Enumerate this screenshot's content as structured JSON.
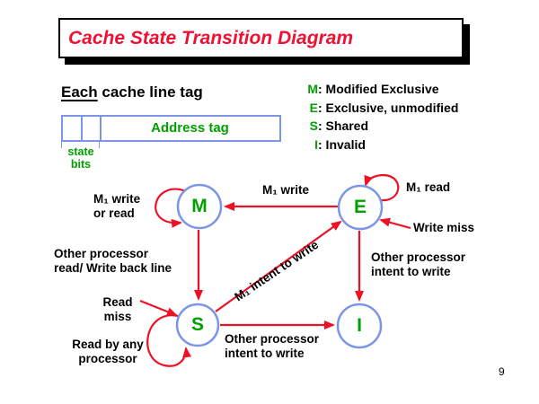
{
  "slide": {
    "title": "Cache State Transition Diagram",
    "page_number": "9"
  },
  "heading": {
    "underlined": "Each",
    "rest": " cache line tag"
  },
  "legend": {
    "items": [
      {
        "letter": "M",
        "text": ": Modified Exclusive"
      },
      {
        "letter": "E",
        "text": ": Exclusive, unmodified"
      },
      {
        "letter": "S",
        "text": ": Shared"
      },
      {
        "letter": "I",
        "text": ": Invalid"
      }
    ]
  },
  "tag_box": {
    "label": "Address tag",
    "state_bits": "state\nbits"
  },
  "nodes": {
    "m": "M",
    "e": "E",
    "s": "S",
    "i": "I"
  },
  "edges": [
    {
      "from": "M",
      "to": "M",
      "label": "M₁ write\nor read"
    },
    {
      "from": "E",
      "to": "M",
      "label": "M₁ write"
    },
    {
      "from": "E",
      "to": "E",
      "label": "M₁ read"
    },
    {
      "from": "M",
      "to": "S",
      "label": "Other processor\nread/ Write back line"
    },
    {
      "from": "",
      "to": "S",
      "label": "Read\nmiss"
    },
    {
      "from": "S",
      "to": "S",
      "label": "Read by any\nprocessor"
    },
    {
      "from": "S",
      "to": "E",
      "label": "M₁ intent to write"
    },
    {
      "from": "S",
      "to": "I",
      "label": "Other processor\nintent to write"
    },
    {
      "from": "E",
      "to": "I",
      "label": "Other processor\nintent to write"
    },
    {
      "from": "",
      "to": "E",
      "label": "Write miss"
    }
  ],
  "colors": {
    "title_red": "#ee1133",
    "arrow_red": "#ee1126",
    "state_green": "#00a000",
    "node_blue": "#7b96e8"
  }
}
